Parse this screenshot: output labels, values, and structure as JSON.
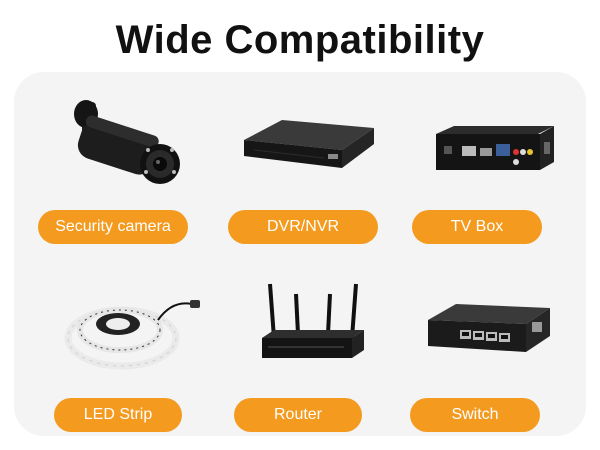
{
  "header": {
    "title": "Wide Compatibility"
  },
  "colors": {
    "accent": "#f39a1f",
    "panel": "#f4f4f4",
    "device": "#1c1c1c"
  },
  "devices": [
    {
      "label": "Security camera",
      "icon": "security-camera-icon"
    },
    {
      "label": "DVR/NVR",
      "icon": "dvr-nvr-icon"
    },
    {
      "label": "TV Box",
      "icon": "tv-box-icon"
    },
    {
      "label": "LED Strip",
      "icon": "led-strip-icon"
    },
    {
      "label": "Router",
      "icon": "router-icon"
    },
    {
      "label": "Switch",
      "icon": "network-switch-icon"
    }
  ]
}
